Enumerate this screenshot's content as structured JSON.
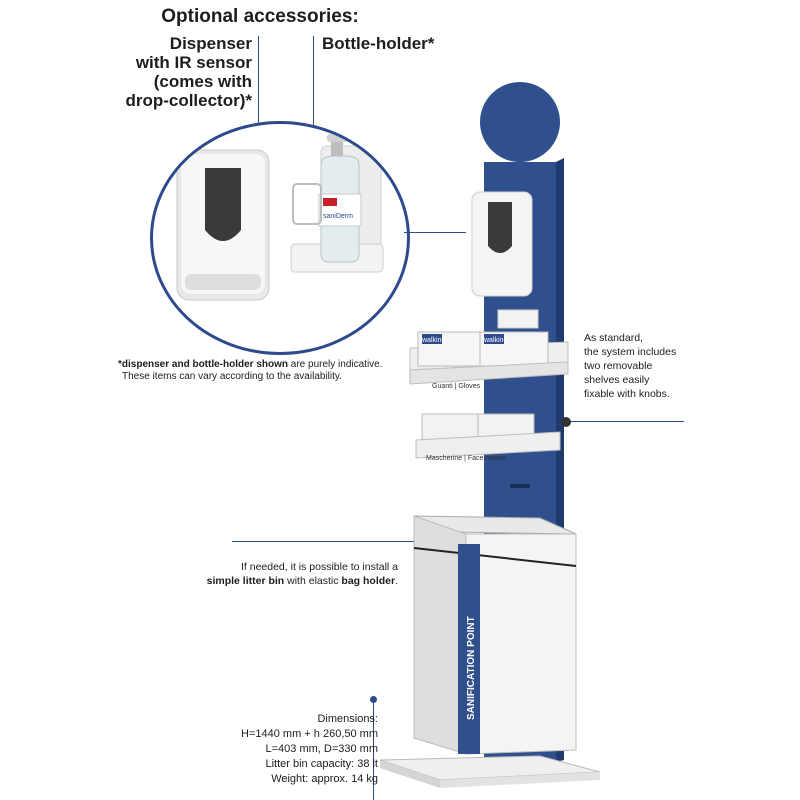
{
  "header": {
    "title": "Optional accessories:"
  },
  "accessories": {
    "dispenser_label": [
      "Dispenser",
      "with IR sensor",
      "(comes with",
      "drop-collector)*"
    ],
    "bottle_holder_label": "Bottle-holder*"
  },
  "disclaimer": {
    "line1_bold": "*dispenser and bottle-holder shown",
    "line1_rest": " are purely indicative.",
    "line2": "These items can vary according to the availability."
  },
  "standard_note": [
    "As standard,",
    "the system includes",
    "two removable",
    "shelves easily",
    "fixable with knobs."
  ],
  "bin_note": {
    "line1": "If needed, it is possible to install a",
    "line2_bold1": "simple litter bin",
    "line2_mid": " with elastic ",
    "line2_bold2": "bag holder",
    "line2_end": "."
  },
  "dimensions": {
    "heading": "Dimensions:",
    "lines": [
      "H=1440 mm + h 260,50 mm",
      "L=403 mm, D=330 mm",
      "Litter bin capacity: 38 lt",
      "Weight: approx. 14 kg"
    ]
  },
  "product_labels": {
    "gloves_brand": "walking",
    "gloves_box_label": "Guanti | Gloves",
    "masks_box_label": "Mascherine | Face masks",
    "bin_band": "SANIFICATION POINT",
    "bottle_label": "saniDerm"
  },
  "colors": {
    "navy": "#2c4a8c",
    "panel_blue": "#2f4f8d",
    "white_part": "#f1f1f1"
  }
}
